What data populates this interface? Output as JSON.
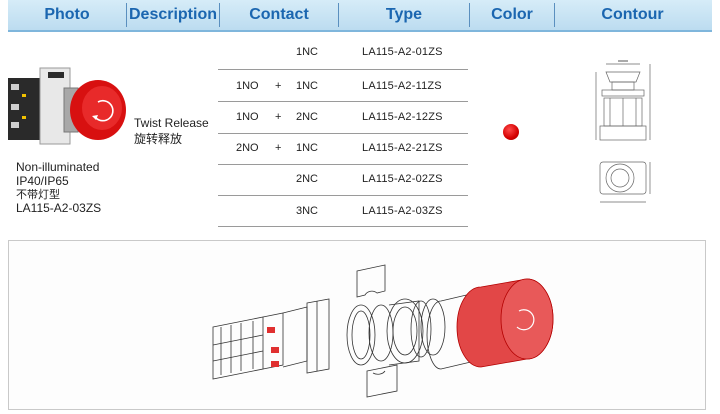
{
  "header": {
    "photo": "Photo",
    "description": "Description",
    "contact": "Contact",
    "type": "Type",
    "color": "Color",
    "contour": "Contour"
  },
  "description": {
    "en": "Twist Release",
    "cn": "旋转释放"
  },
  "product": {
    "line1": "Non-illuminated",
    "line2": "IP40/IP65",
    "line3": "不带灯型",
    "line4": "LA115-A2-03ZS"
  },
  "rows": [
    {
      "no": "",
      "plus": "",
      "nc": "1NC",
      "type": "LA115-A2-01ZS"
    },
    {
      "no": "1NO",
      "plus": "+",
      "nc": "1NC",
      "type": "LA115-A2-11ZS"
    },
    {
      "no": "1NO",
      "plus": "+",
      "nc": "2NC",
      "type": "LA115-A2-12ZS"
    },
    {
      "no": "2NO",
      "plus": "+",
      "nc": "1NC",
      "type": "LA115-A2-21ZS"
    },
    {
      "no": "",
      "plus": "",
      "nc": "2NC",
      "type": "LA115-A2-02ZS"
    },
    {
      "no": "",
      "plus": "",
      "nc": "3NC",
      "type": "LA115-A2-03ZS"
    }
  ],
  "colors": {
    "button_red": "#d40000",
    "header_text": "#1b66b0"
  }
}
